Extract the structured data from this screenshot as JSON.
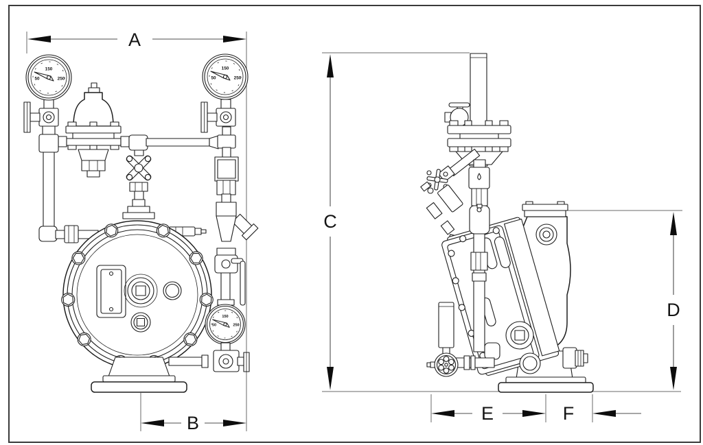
{
  "drawing": {
    "description": "Deluge valve assembly dimensional drawing, front and side views",
    "colors": {
      "line": "#1d1d1d",
      "dimension_line": "#4d4d4d",
      "arrowhead": "#0d0d0d",
      "background": "#ffffff"
    }
  },
  "dimensions": {
    "A": "A",
    "B": "B",
    "C": "C",
    "D": "D",
    "E": "E",
    "F": "F"
  },
  "gauge_scale": {
    "top": "150",
    "left": "50",
    "right": "250"
  }
}
